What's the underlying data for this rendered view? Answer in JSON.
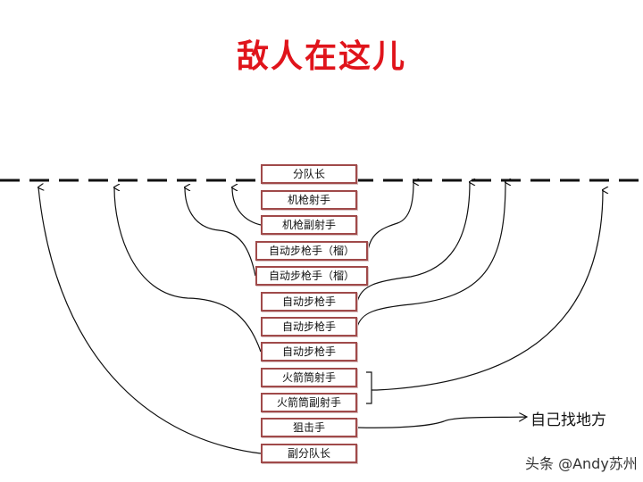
{
  "title": "敌人在这儿",
  "roles": [
    "分队长",
    "机枪射手",
    "机枪副射手",
    "自动步枪手（榴）",
    "自动步枪手（榴）",
    "自动步枪手",
    "自动步枪手",
    "自动步枪手",
    "火箭筒射手",
    "火箭筒副射手",
    "狙击手",
    "副分队长"
  ],
  "destination": "自己找地方",
  "watermark": "头条 @Andy苏州"
}
